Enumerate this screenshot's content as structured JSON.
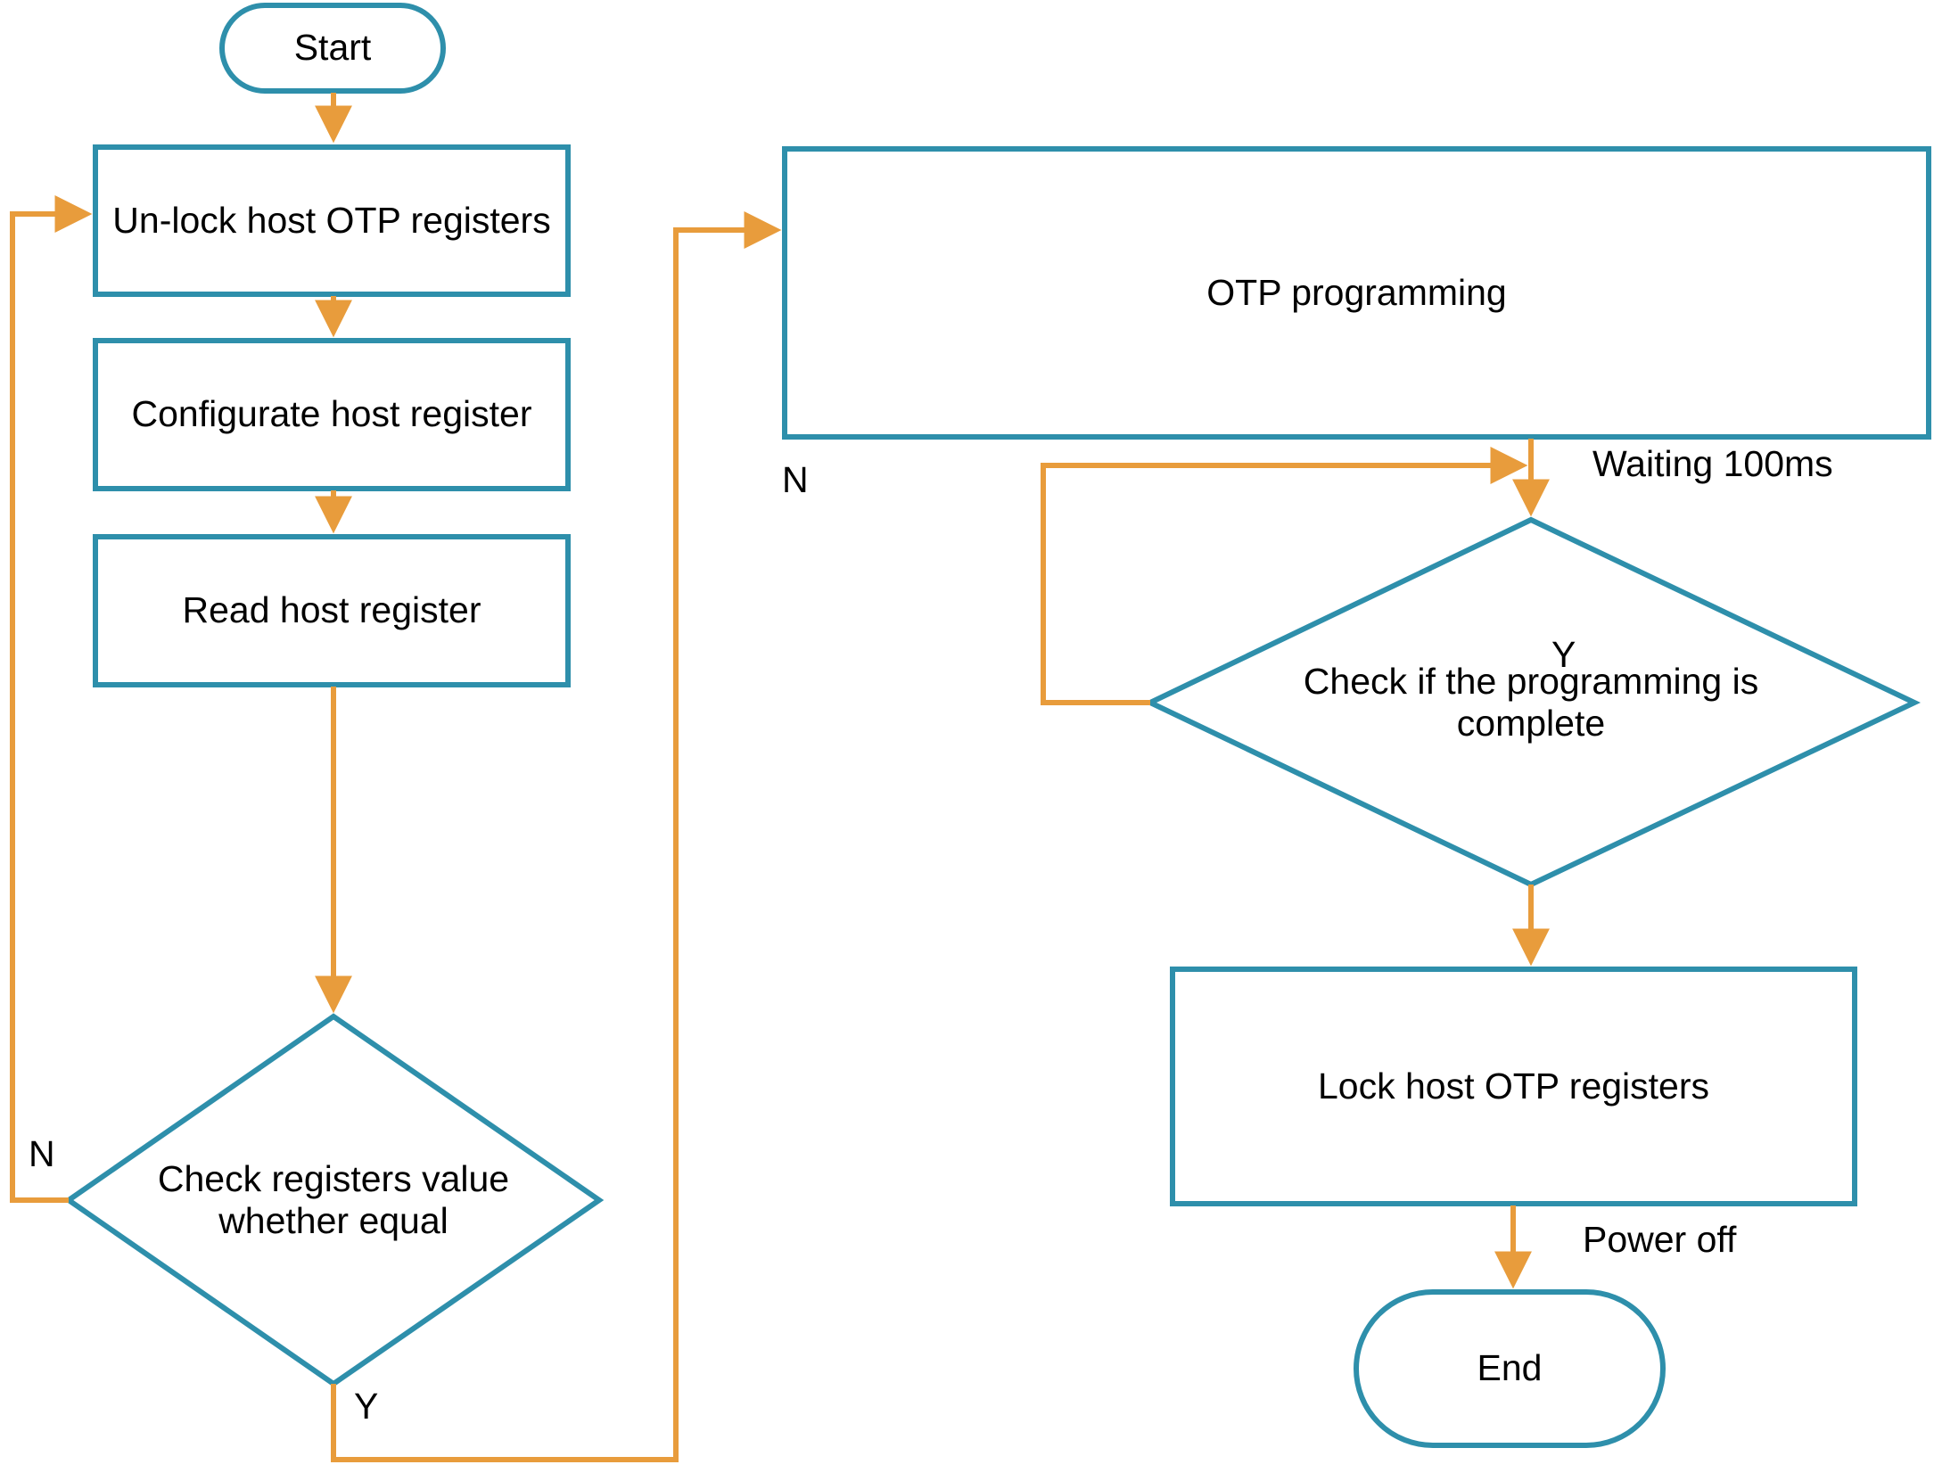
{
  "diagram": {
    "title": "Host OTP programming flowchart",
    "colors": {
      "shape_stroke": "#2e8fab",
      "connector": "#e89c3c",
      "text": "#000000",
      "background": "#ffffff"
    },
    "nodes": {
      "start": {
        "label": "Start",
        "shape": "terminator"
      },
      "unlock": {
        "label": "Un-lock host OTP registers",
        "shape": "process"
      },
      "configurate": {
        "label": "Configurate host register",
        "shape": "process"
      },
      "read": {
        "label": "Read host register",
        "shape": "process"
      },
      "check_values": {
        "label": "Check registers value\nwhether equal",
        "shape": "decision"
      },
      "otp_programming": {
        "label": "OTP programming",
        "shape": "process"
      },
      "check_complete": {
        "label": "Check if the programming is\ncomplete",
        "shape": "decision"
      },
      "lock": {
        "label": "Lock host OTP registers",
        "shape": "process"
      },
      "end": {
        "label": "End",
        "shape": "terminator"
      }
    },
    "edge_labels": {
      "check_values_no": "N",
      "check_values_yes": "Y",
      "waiting": "Waiting 100ms",
      "check_complete_no": "N",
      "check_complete_yes": "Y",
      "power_off": "Power off"
    }
  }
}
